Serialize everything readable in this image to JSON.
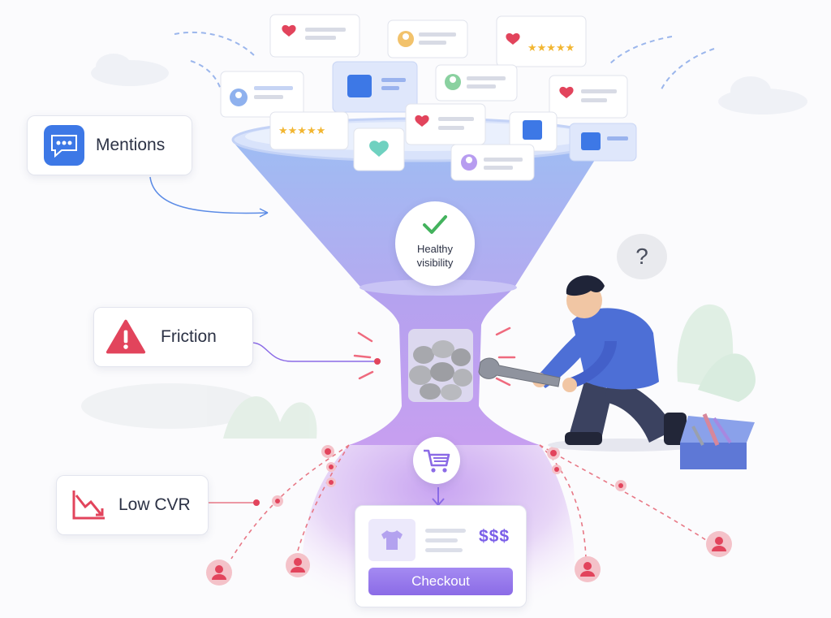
{
  "callouts": {
    "mentions": "Mentions",
    "friction": "Friction",
    "low_cvr": "Low CVR"
  },
  "funnel": {
    "status_line1": "Healthy",
    "status_line2": "visibility"
  },
  "checkout": {
    "price": "$$$",
    "button": "Checkout"
  },
  "worker": {
    "thought": "?"
  },
  "icons": {
    "mentions": "chat-bubble-icon",
    "friction": "warning-triangle-icon",
    "low_cvr": "trend-down-icon",
    "status": "checkmark-icon",
    "cart": "shopping-cart-icon",
    "product": "tshirt-icon"
  },
  "colors": {
    "accent": "#8b6be6",
    "mentions_icon": "#3d78e6",
    "friction_icon": "#e2445c",
    "low_cvr_icon": "#e2445c",
    "funnel_top": "#a7c3f5",
    "funnel_bottom": "#c9a3f0",
    "dropoff_users": "#e87886",
    "check": "#43b25d"
  }
}
